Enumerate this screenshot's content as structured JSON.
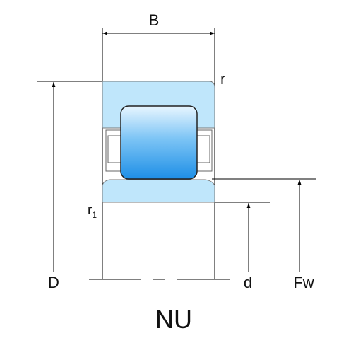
{
  "labels": {
    "width": "B",
    "outer_radius": "r",
    "inner_radius_base": "r",
    "inner_radius_sub": "1",
    "outer_diameter": "D",
    "bore_diameter": "d",
    "roller_inner_diameter": "Fw",
    "bearing_type": "NU"
  },
  "colors": {
    "ring_fill": "#bfe6fb",
    "ring_stroke": "#7a7a7a",
    "roller_light": "#e8f6ff",
    "roller_dark": "#1e8fe6",
    "roller_stroke": "#222222",
    "line": "#000000"
  }
}
